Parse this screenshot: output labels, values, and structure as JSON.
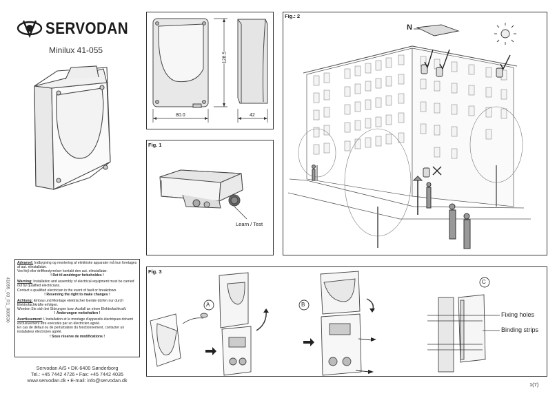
{
  "brand": {
    "name": "SERVODAN",
    "logo_icon": "eye-logo-icon"
  },
  "product": {
    "title": "Minilux 41-055"
  },
  "dimensions": {
    "width": "80.0",
    "height": "128.5",
    "depth": "42"
  },
  "fig1": {
    "title": "Fig. 1",
    "callout": "Learn / Test"
  },
  "fig2": {
    "title": "Fig.: 2",
    "north": "N"
  },
  "fig3": {
    "title": "Fig. 3",
    "step_a": "A",
    "step_b": "B",
    "step_c": "C",
    "fixing_holes": "Fixing holes",
    "binding_strips": "Binding strips"
  },
  "warnings": {
    "da_title": "Advarsel:",
    "da_text": " Indbygning og montering af elektriske apparater må kun foretages af aut. elinstallatør.",
    "da_text2": "Ved fejl eller driftforstyrrelser kontakt den aut. elinstallatør.",
    "da_strong": "! Ret til ændringer forbeholdes !",
    "en_title": "Warning:",
    "en_text": " Installation and assembly of electrical equipment must be carried out by qualified electricians.",
    "en_text2": "Contact a qualified electrician in the event of fault or breakdown.",
    "en_strong": "! Reserving the right to make changes !",
    "de_title": "Achtung:",
    "de_text": " Einbau und Montage elektrischer Geräte dürfen nur durch Elektrofachkräfte erfolgen.",
    "de_text2": "Wenden Sie sich bei Störungen bzw. Ausfall an einen Elektrofachkraft.",
    "de_strong": "! Änderungen vorbehalten !",
    "fr_title": "Avertissement:",
    "fr_text": " L'installation et le montage d'appareils électriques doivent exclusivement être exécutés par un électricien agréé.",
    "fr_text2": "En cas de défaut ou de perturbation du fonctionnement, contacter un installateur électricien agréé.",
    "fr_strong": "! Sous réserve de modifications !"
  },
  "contact": {
    "line1": "Servodan A/S • DK-6400 Sønderborg",
    "line2": "Tel.: +45 7442 4726 • Fax: +45 7442 4035",
    "line3": "www.servodan.dk • E-mail: info@servodan.dk"
  },
  "doc_id": "41055_03_R1_080530",
  "page": "1(7)"
}
